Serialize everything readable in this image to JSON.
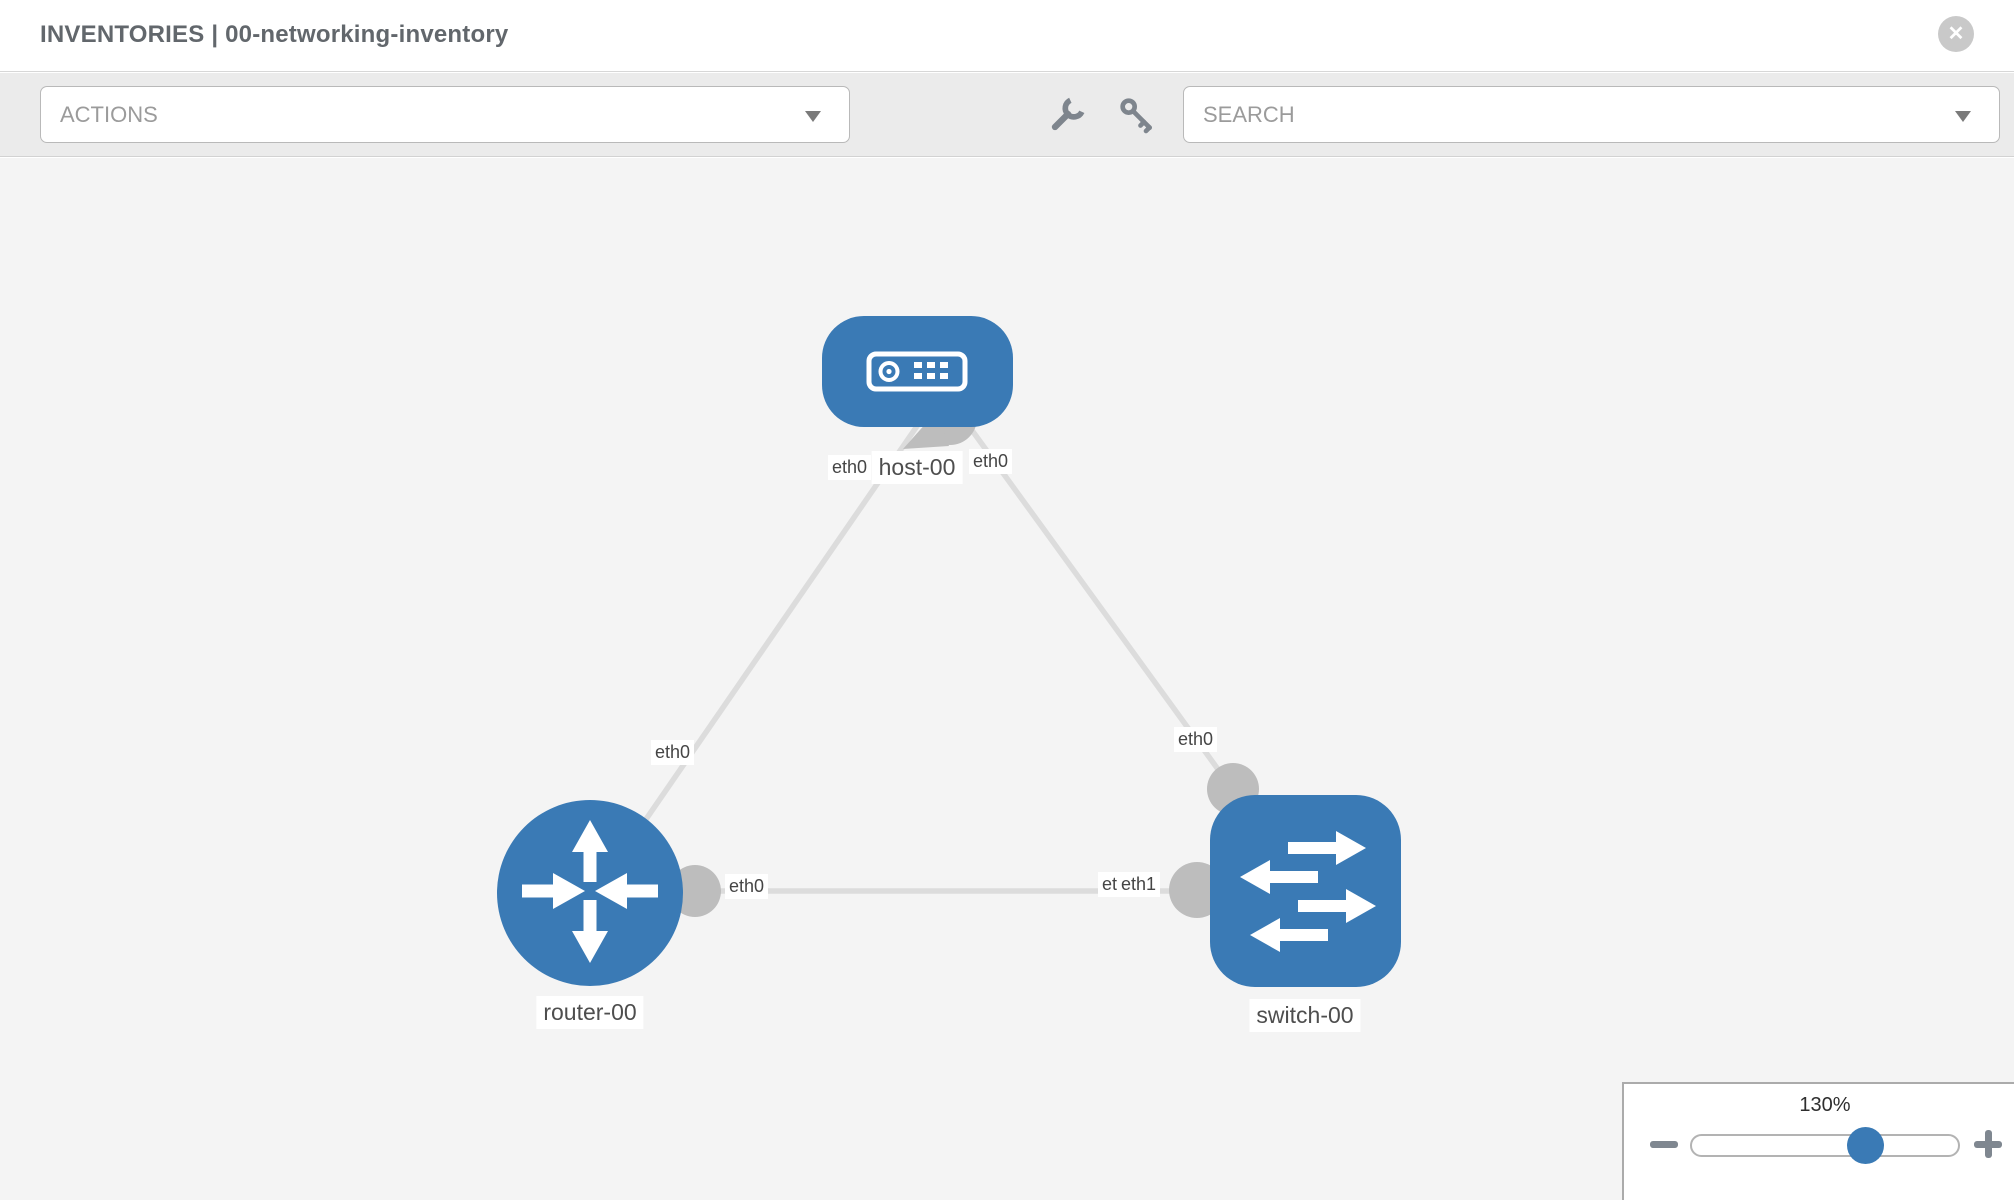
{
  "header": {
    "title": "INVENTORIES | 00-networking-inventory",
    "close_glyph": "✕"
  },
  "toolbar": {
    "actions_label": "ACTIONS",
    "search_placeholder": "SEARCH",
    "icons": [
      "wrench-icon",
      "key-icon"
    ]
  },
  "topology": {
    "nodes": [
      {
        "id": "host-00",
        "label": "host-00",
        "type": "host"
      },
      {
        "id": "router-00",
        "label": "router-00",
        "type": "router"
      },
      {
        "id": "switch-00",
        "label": "switch-00",
        "type": "switch"
      }
    ],
    "edges": [
      {
        "from": "host-00",
        "to": "router-00",
        "from_interface": "eth0",
        "to_interface": "eth0"
      },
      {
        "from": "host-00",
        "to": "switch-00",
        "from_interface": "eth0",
        "to_interface": "eth0"
      },
      {
        "from": "router-00",
        "to": "switch-00",
        "from_interface": "eth0",
        "to_interface": "eth1"
      }
    ],
    "interface_labels": [
      "eth0",
      "eth0",
      "eth0",
      "eth0",
      "eth0",
      "eth0",
      "eth1"
    ]
  },
  "zoom_control": {
    "level": "130%",
    "percent": 130
  },
  "colors": {
    "node_blue": "#3a7ab5",
    "edge_gray": "#dcdcdc",
    "port_gray": "#bdbdbd",
    "toolbar_bg": "#ebebeb",
    "canvas_bg": "#f4f4f4"
  }
}
